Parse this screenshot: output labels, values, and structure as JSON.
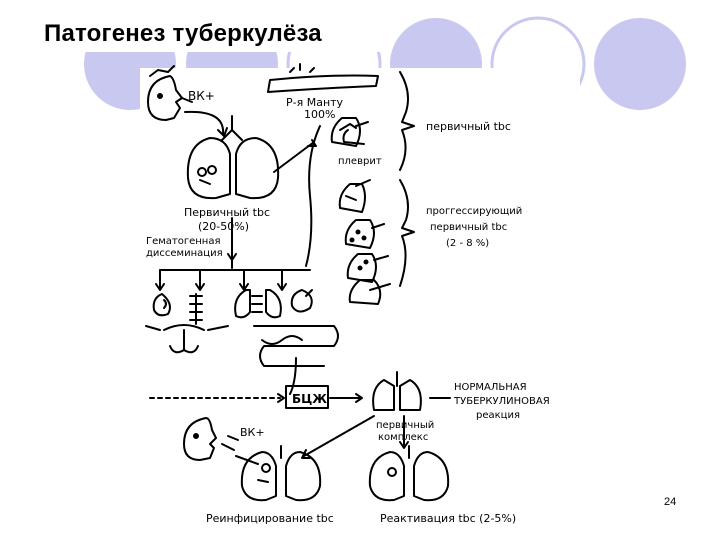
{
  "slide": {
    "title": "Патогенез туберкулёза",
    "page_number": "24",
    "accent_color": "#c8c8f0"
  },
  "diagram": {
    "labels": {
      "bk_plus_top": "ВК+",
      "mantoux": "Р-я Манту",
      "mantoux_pct": "100%",
      "primary_tbc_right": "первичный tbc",
      "pleurisy": "плеврит",
      "progressive": "проггессирующий",
      "progressive_2": "первичный tbc",
      "progressive_pct": "(2 - 8 %)",
      "primary_tbc_left": "Первичный tbc",
      "primary_tbc_left_pct": "(20-50%)",
      "hematogenous": "Гематогенная",
      "hematogenous_2": "диссеминация",
      "bcg": "БЦЖ",
      "normal": "НОРМАЛЬНАЯ",
      "normal_2": "ТУБЕРКУЛИНОВАЯ",
      "normal_3": "реакция",
      "bk_plus_bottom": "ВК+",
      "primary_complex": "первичный",
      "primary_complex_2": "комплекс",
      "reinfection": "Реинфицирование tbc",
      "reactivation": "Реактивация tbc (2-5%)"
    }
  }
}
